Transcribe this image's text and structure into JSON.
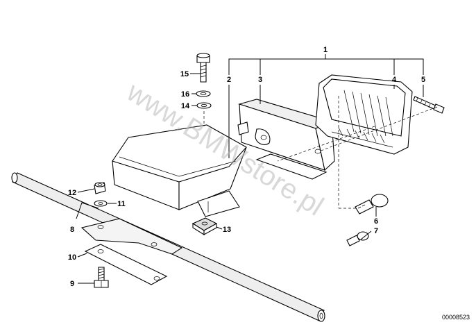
{
  "diagram": {
    "callouts": [
      "1",
      "2",
      "3",
      "4",
      "5",
      "6",
      "7",
      "8",
      "9",
      "10",
      "11",
      "12",
      "13",
      "14",
      "15",
      "16"
    ],
    "doc_number": "00008523",
    "watermark": "www.BMWstore.pl"
  }
}
